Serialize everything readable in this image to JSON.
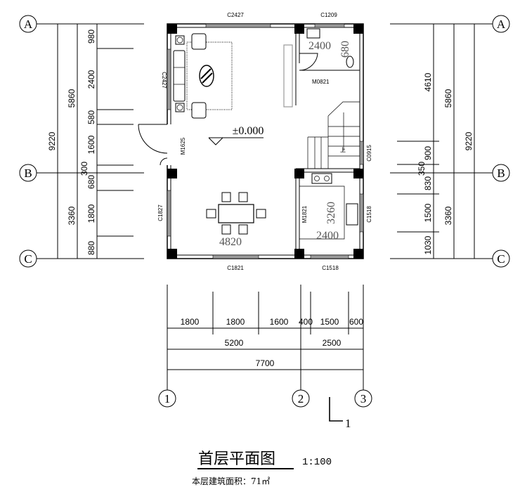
{
  "axes": {
    "A": "A",
    "B": "B",
    "C": "C",
    "n1": "1",
    "n2": "2",
    "n3": "3"
  },
  "left_dims": {
    "total": "9220",
    "upper": "5860",
    "lower": "3360",
    "d1": "980",
    "d2": "2400",
    "d3": "580",
    "d4": "1600",
    "d5": "300",
    "d6": "680",
    "d7": "1800",
    "d8": "880"
  },
  "right_dims": {
    "total": "9220",
    "upper": "5860",
    "lower": "3360",
    "d1": "4610",
    "d2": "900",
    "d3": "350",
    "d4": "830",
    "d5": "1500",
    "d6": "1030"
  },
  "bottom_dims": {
    "d1": "1800",
    "d2": "1800",
    "d3": "1600",
    "d4": "400",
    "d5": "1500",
    "d6": "600",
    "sub1": "5200",
    "sub2": "2500",
    "total": "7700"
  },
  "labels": {
    "win_top_left": "C2427",
    "win_top_right": "C1209",
    "win_left_upper": "C2427",
    "door_main": "M1625",
    "win_left_lower": "C1827",
    "door_wc": "M0821",
    "door_kitchen": "M1821",
    "win_right_upper": "C0915",
    "win_right_lower": "C1518",
    "win_bottom_left": "C1821",
    "win_bottom_right": "C1518"
  },
  "room_dims": {
    "wc_w": "2400",
    "wc_h": "680",
    "level": "±0.000",
    "living_w": "4820",
    "kitchen_h": "3260",
    "kitchen_w": "2400",
    "stair_up": "上"
  },
  "section_mark": "1",
  "title": "首层平面图",
  "scale": "1:100",
  "area": "本层建筑面积：71㎡"
}
